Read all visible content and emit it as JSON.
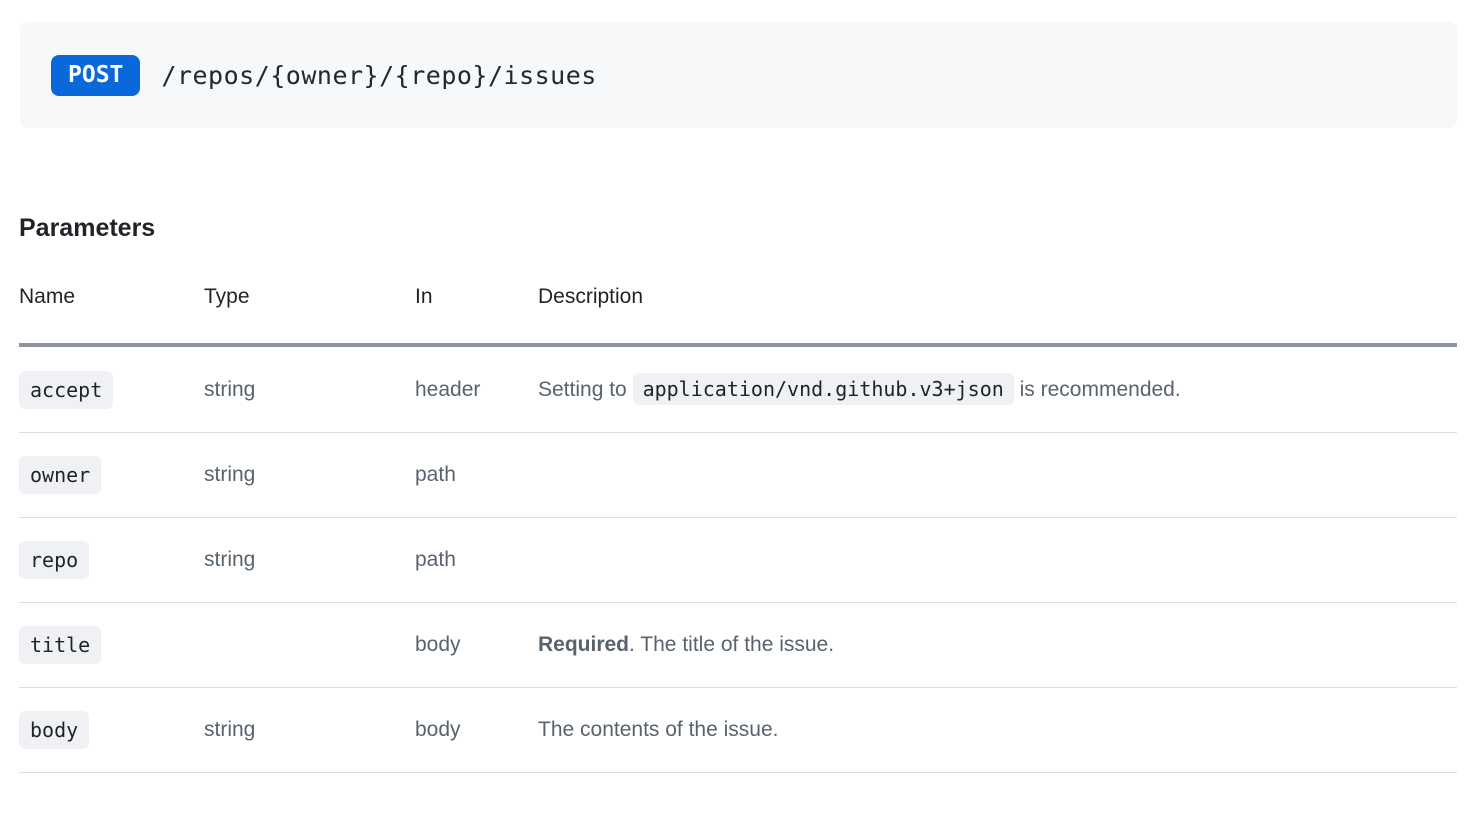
{
  "endpoint": {
    "method": "POST",
    "path": "/repos/{owner}/{repo}/issues"
  },
  "page": {
    "heading": "Parameters"
  },
  "colors": {
    "method_badge_background": "#0969da",
    "method_badge_text": "#ffffff",
    "endpoint_box_background": "#f6f8fa",
    "code_badge_background": "#eff1f4",
    "muted_text": "#59636e",
    "dark_text": "#1f2328",
    "header_border": "#8c959f",
    "row_border": "#d8dee4"
  },
  "table": {
    "columns": [
      "Name",
      "Type",
      "In",
      "Description"
    ],
    "rows": [
      {
        "name": "accept",
        "type": "string",
        "in": "header",
        "description": [
          {
            "kind": "text",
            "value": "Setting to "
          },
          {
            "kind": "code",
            "value": "application/vnd.github.v3+json"
          },
          {
            "kind": "text",
            "value": " is recommended."
          }
        ]
      },
      {
        "name": "owner",
        "type": "string",
        "in": "path",
        "description": []
      },
      {
        "name": "repo",
        "type": "string",
        "in": "path",
        "description": []
      },
      {
        "name": "title",
        "type": "",
        "in": "body",
        "description": [
          {
            "kind": "bold",
            "value": "Required"
          },
          {
            "kind": "text",
            "value": ". The title of the issue."
          }
        ]
      },
      {
        "name": "body",
        "type": "string",
        "in": "body",
        "description": [
          {
            "kind": "text",
            "value": "The contents of the issue."
          }
        ]
      }
    ]
  }
}
